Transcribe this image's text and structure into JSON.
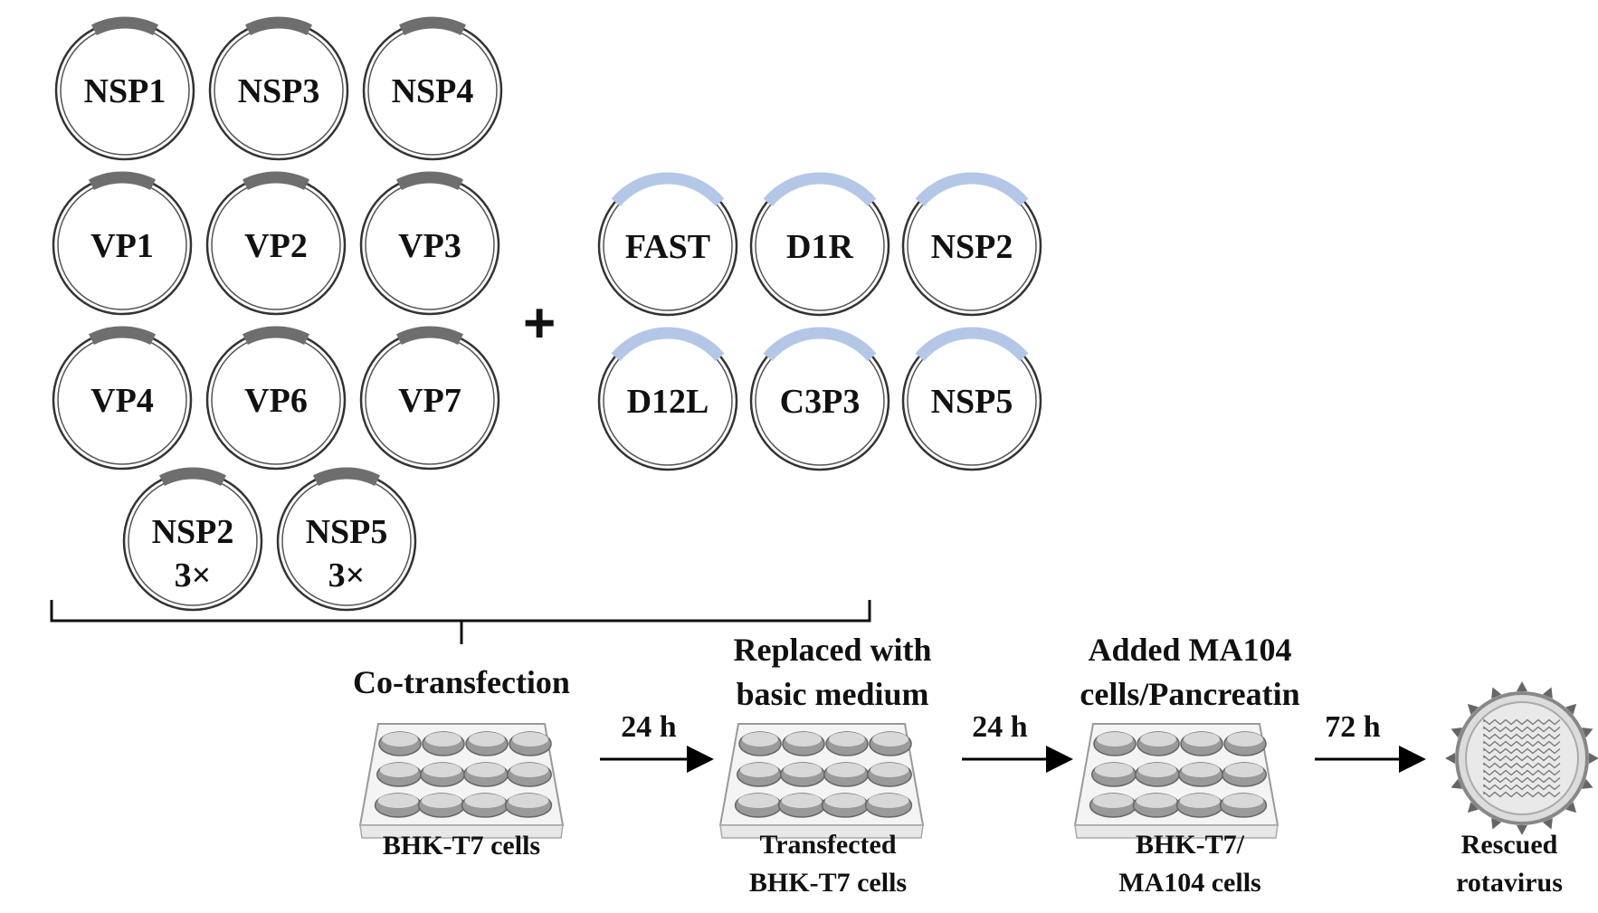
{
  "plasmids_rotavirus": [
    {
      "label": "NSP1"
    },
    {
      "label": "NSP3"
    },
    {
      "label": "NSP4"
    },
    {
      "label": "VP1"
    },
    {
      "label": "VP2"
    },
    {
      "label": "VP3"
    },
    {
      "label": "VP4"
    },
    {
      "label": "VP6"
    },
    {
      "label": "VP7"
    },
    {
      "label": "NSP2",
      "sub": "3×"
    },
    {
      "label": "NSP5",
      "sub": "3×"
    }
  ],
  "plasmids_helper": [
    {
      "label": "FAST"
    },
    {
      "label": "D1R"
    },
    {
      "label": "NSP2"
    },
    {
      "label": "D12L"
    },
    {
      "label": "C3P3"
    },
    {
      "label": "NSP5"
    }
  ],
  "plus": "+",
  "steps": [
    {
      "title": "Co-transfection",
      "cells": "BHK-T7 cells"
    },
    {
      "title_line1": "Replaced with",
      "title_line2": "basic medium",
      "cells_line1": "Transfected",
      "cells_line2": "BHK-T7 cells"
    },
    {
      "title_line1": "Added MA104",
      "title_line2": "cells/Pancreatin",
      "cells_line1": "BHK-T7/",
      "cells_line2": "MA104 cells"
    }
  ],
  "arrows": [
    "24 h",
    "24 h",
    "72 h"
  ],
  "result": {
    "line1": "Rescued",
    "line2": "rotavirus"
  },
  "colors": {
    "rotavirus_arc": "#6e6e6e",
    "helper_arc": "#b4c7e7",
    "line": "#111111"
  }
}
